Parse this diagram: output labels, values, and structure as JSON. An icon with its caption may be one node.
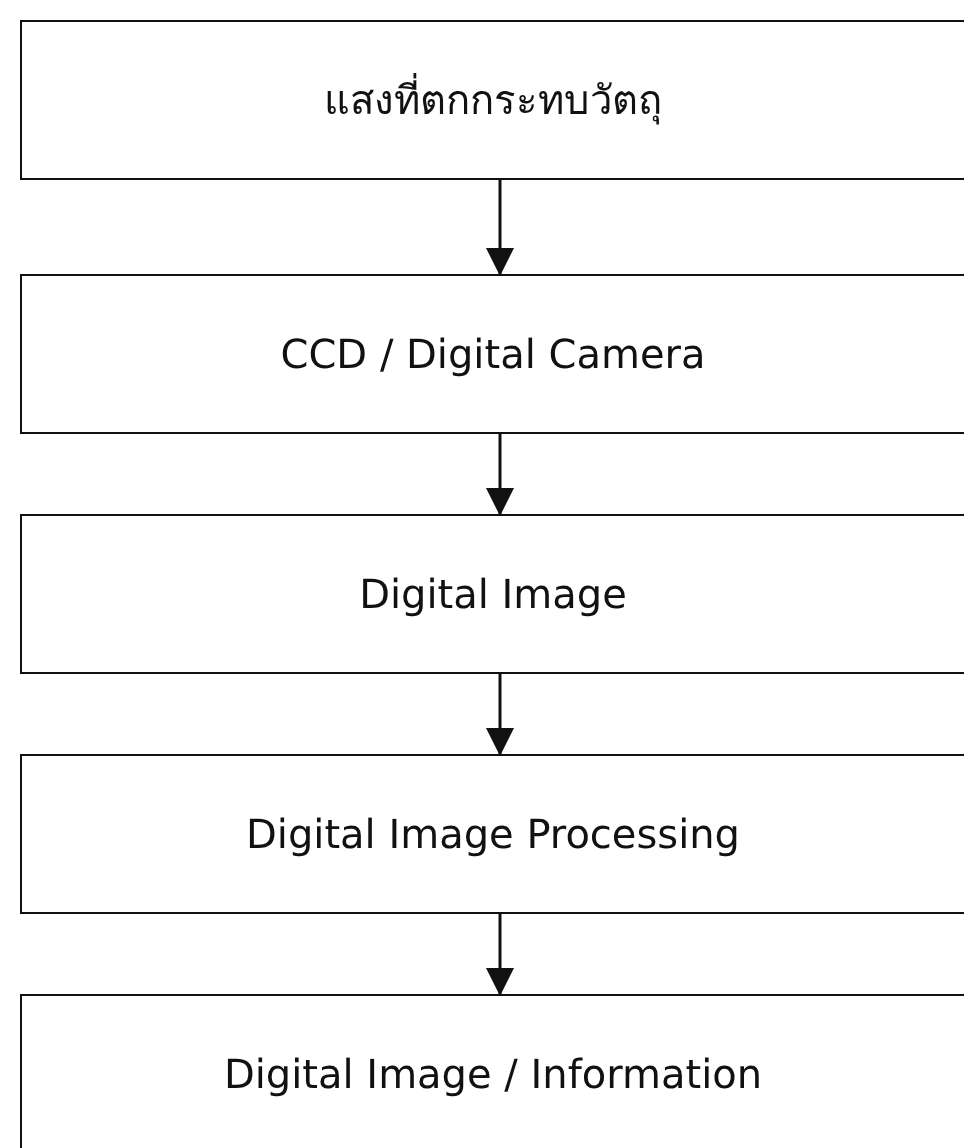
{
  "diagram": {
    "nodes": [
      {
        "text": [
          "แสงที่ตกกระทบวัตถุ"
        ]
      },
      {
        "text": [
          "CCD / Digital Camera"
        ]
      },
      {
        "text": [
          "Digital Image"
        ]
      },
      {
        "text": [
          "Digital Image Processing"
        ]
      },
      {
        "text": [
          "Digital Image / Information"
        ]
      }
    ],
    "edges": [
      {
        "from": 0,
        "to": 1,
        "arrow": "to"
      },
      {
        "from": 1,
        "to": 2,
        "arrow": "to"
      },
      {
        "from": 2,
        "to": 3,
        "arrow": "to"
      },
      {
        "from": 3,
        "to": 4,
        "arrow": "to"
      }
    ]
  }
}
